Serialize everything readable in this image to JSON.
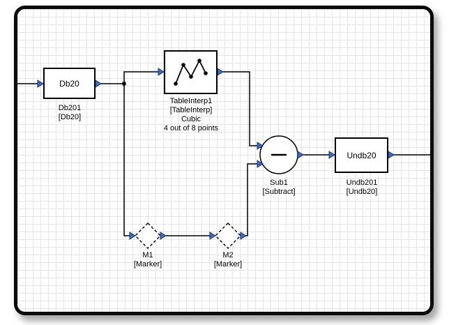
{
  "colors": {
    "port_blue": "#3d6cc0",
    "wire": "#000000",
    "grid": "#e4e4e4",
    "block_border": "#000000",
    "frame": "#0b0b0b"
  },
  "icons": {
    "tableinterp": "interpolation-curve-icon",
    "sub": "minus-icon",
    "marker": "dashed-diamond-icon",
    "port": "blue-triangle-port-icon"
  },
  "blocks": {
    "db20": {
      "label": "Db20",
      "instance": "Db201",
      "type": "[Db20]"
    },
    "tableinterp": {
      "instance": "TableInterp1",
      "type": "[TableInterp]",
      "interp_type": "Cubic",
      "points": "4 out of 8 points"
    },
    "sub": {
      "instance": "Sub1",
      "type": "[Subtract]"
    },
    "undb20": {
      "label": "Undb20",
      "instance": "Undb201",
      "type": "[Undb20]"
    },
    "m1": {
      "instance": "M1",
      "type": "[Marker]"
    },
    "m2": {
      "instance": "M2",
      "type": "[Marker]"
    }
  }
}
